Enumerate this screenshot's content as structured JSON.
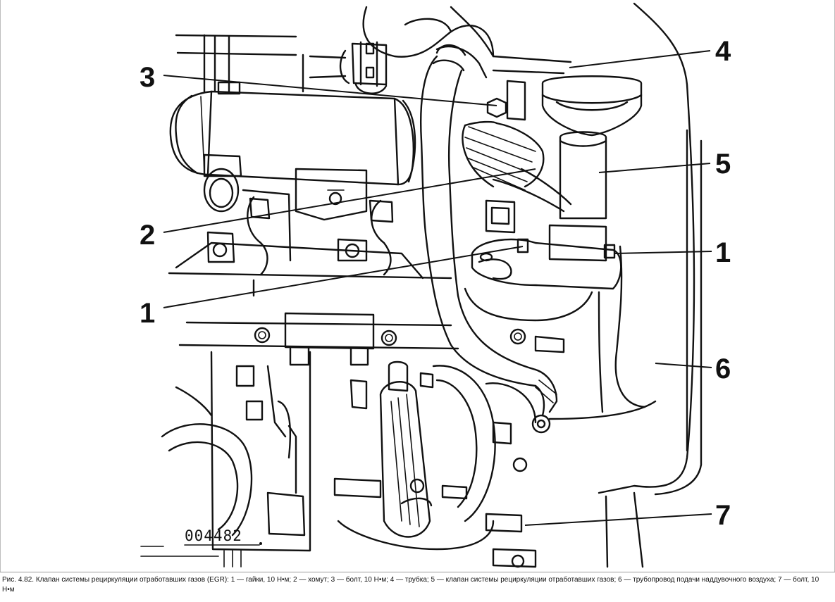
{
  "figure": {
    "title": "EGR valve assembly engine bay line drawing",
    "drawing_number": "004482",
    "callouts": {
      "c1a": "1",
      "c1b": "1",
      "c2": "2",
      "c3": "3",
      "c4": "4",
      "c5": "5",
      "c6": "6",
      "c7": "7"
    }
  },
  "caption": {
    "text": "Рис. 4.82. Клапан системы рециркуляции отработавших газов (EGR): 1 — гайки, 10 Н•м; 2 — хомут; 3 — болт, 10 Н•м; 4 — трубка; 5 — клапан системы рециркуляции отработавших газов; 6 — трубопровод подачи наддувочного воздуха; 7 — болт, 10 Н•м"
  },
  "colors": {
    "ink": "#111111",
    "background": "#ffffff",
    "caption_rule": "#9a9a9a"
  }
}
